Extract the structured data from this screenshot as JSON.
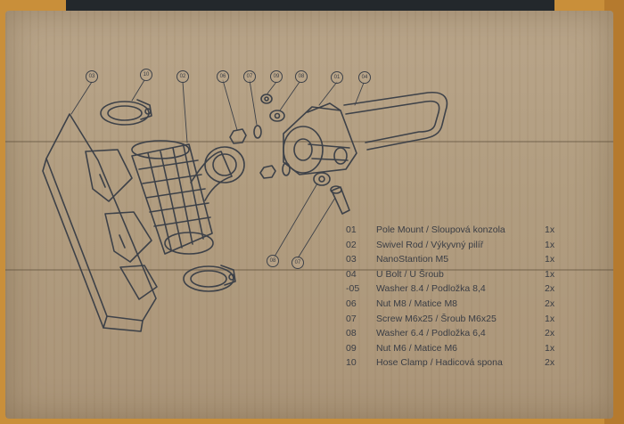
{
  "callouts": [
    "03",
    "10",
    "02",
    "06",
    "07",
    "09",
    "08",
    "01",
    "04",
    "08",
    "07"
  ],
  "parts": [
    {
      "num": "01",
      "name": "Pole Mount / Sloupová konzola",
      "qty": "1x"
    },
    {
      "num": "02",
      "name": "Swivel Rod / Výkyvný pilíř",
      "qty": "1x"
    },
    {
      "num": "03",
      "name": "NanoStantion M5",
      "qty": "1x"
    },
    {
      "num": "04",
      "name": "U Bolt / U Šroub",
      "qty": "1x"
    },
    {
      "num": "-05",
      "name": "Washer 8.4 / Podložka 8,4",
      "qty": "2x"
    },
    {
      "num": "06",
      "name": "Nut M8 / Matice M8",
      "qty": "2x"
    },
    {
      "num": "07",
      "name": "Screw M6x25 / Šroub M6x25",
      "qty": "1x"
    },
    {
      "num": "08",
      "name": "Washer 6.4 / Podložka 6,4",
      "qty": "2x"
    },
    {
      "num": "09",
      "name": "Nut M6 / Matice M6",
      "qty": "1x"
    },
    {
      "num": "10",
      "name": "Hose Clamp / Hadicová spona",
      "qty": "2x"
    }
  ]
}
